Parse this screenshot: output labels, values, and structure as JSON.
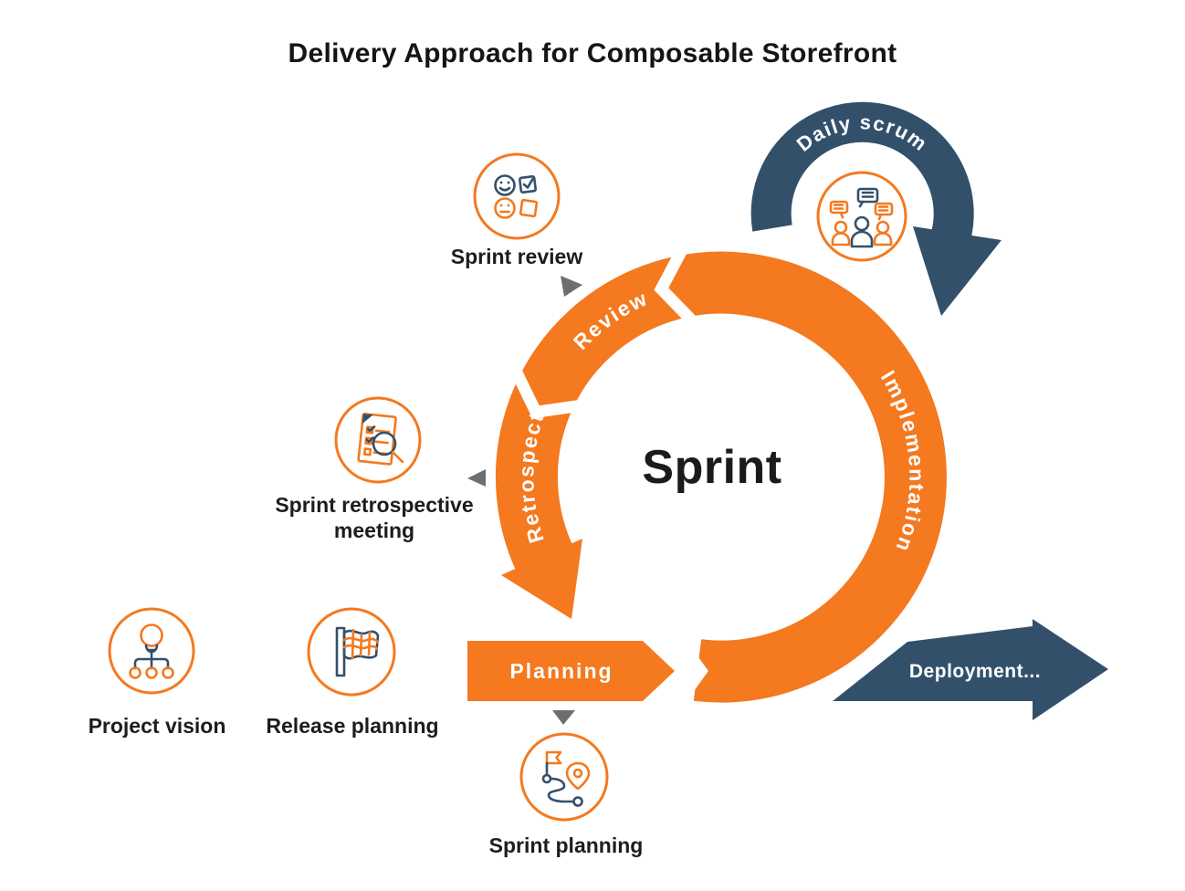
{
  "title": "Delivery Approach for Composable Storefront",
  "sprint_cycle": {
    "center_label": "Sprint",
    "segments": {
      "planning": "Planning",
      "implementation": "Implementation",
      "review": "Review",
      "retrospect": "Retrospect"
    }
  },
  "daily_scrum": {
    "label": "Daily scrum",
    "icon": "team-discussion-icon"
  },
  "deployment": {
    "label": "Deployment..."
  },
  "events": {
    "sprint_review": {
      "label": "Sprint review",
      "icon": "feedback-faces-icon"
    },
    "sprint_retrospective": {
      "label_line1": "Sprint retrospective",
      "label_line2": "meeting",
      "icon": "document-magnifier-icon"
    },
    "project_vision": {
      "label": "Project vision",
      "icon": "idea-hierarchy-icon"
    },
    "release_planning": {
      "label": "Release planning",
      "icon": "milestone-flag-icon"
    },
    "sprint_planning": {
      "label": "Sprint planning",
      "icon": "roadmap-pin-icon"
    }
  },
  "colors": {
    "orange": "#F4791F",
    "navy": "#33506B",
    "arrow_gray": "#6E6E6E",
    "text": "#1B1B1B",
    "background": "#FFFFFF"
  }
}
